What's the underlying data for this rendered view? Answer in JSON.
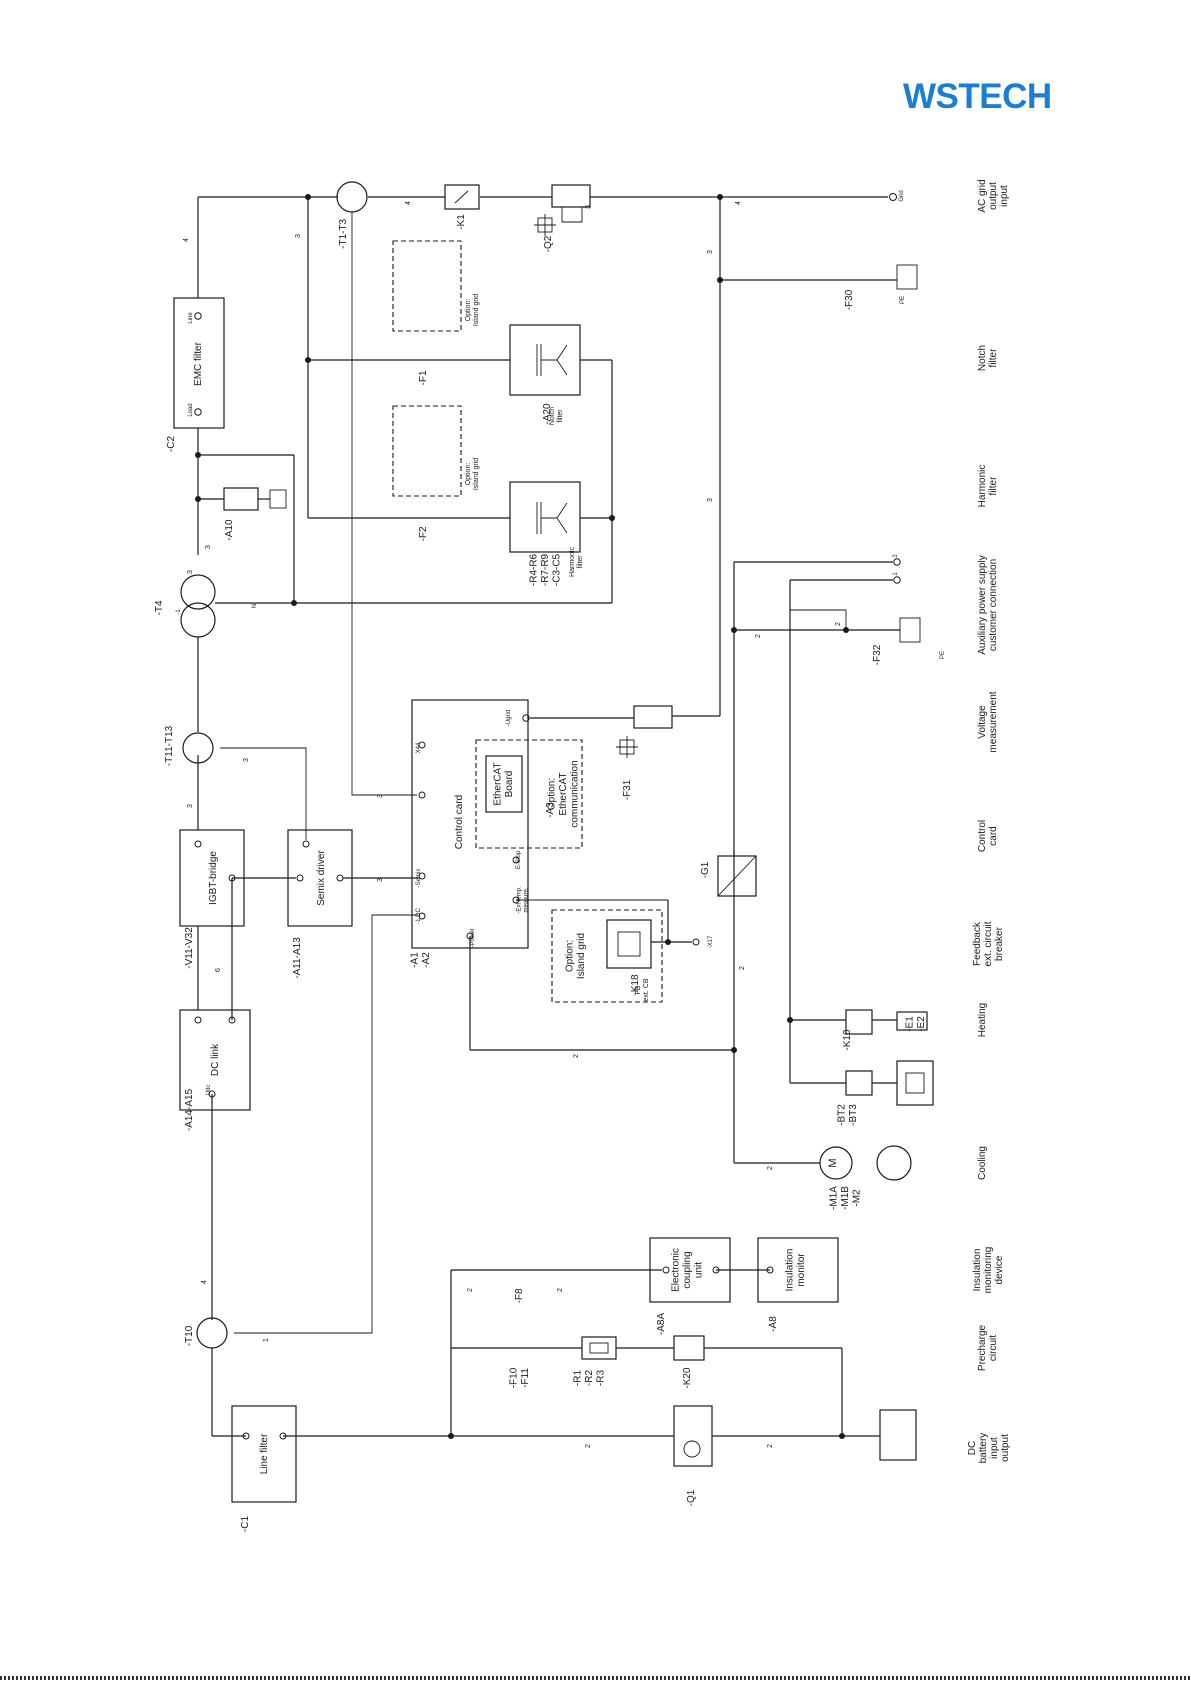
{
  "brand": {
    "logo_text": "WSTECH",
    "logo_color": "#1a7fd4"
  },
  "diagram": {
    "sections": [
      "AC grid\noutput\ninput",
      "Notch\nfilter",
      "Harmonic\nfilter",
      "Auxiliary power supply\ncustomer connection",
      "Voltage\nmeasurement",
      "Control\ncard",
      "Feedback\next. circuit\nbreaker",
      "Heating",
      "Cooling",
      "Insulation\nmonitoring\ndevice",
      "Precharge\ncircuit",
      "DC\nbattery\ninput\noutput"
    ],
    "blocks": {
      "emc_filter": "EMC filter",
      "control_card": "Control card",
      "ethercat_board": "EtherCAT\nBoard",
      "ethercat_option": "Option:\nEtherCAT\ncommunication",
      "igbt_bridge": "IGBT-bridge",
      "semix_driver": "Semix driver",
      "dc_link": "DC link",
      "line_filter": "Line filter",
      "electronic_coupling": "Electronic\ncoupling\nunit",
      "insulation_monitor": "Insulation\nmonitor",
      "island_option_k18": "Option:\nIsland grid",
      "island_option_f1": "Option:\nIsland grid",
      "island_option_f2": "Option:\nIsland grid",
      "notch_filter_small": "Notch\nfilter",
      "harmonic_filter_small": "Harmonic\nfilter",
      "fb_ext_cb": "FB\next. CB"
    },
    "designations": [
      "-T1-T3",
      "-K1",
      "-Q2",
      "-F30",
      "-F1",
      "-A20",
      "-C2",
      "-A10",
      "-F2",
      "-R4-R6\n-R7-R9\n-C3-C5",
      "-T4",
      "-F32",
      "-F31",
      "-A3",
      "-T11-T13",
      "-A1\n-A2",
      "-G1",
      "-V11-V32",
      "-A11-A13",
      "-K18",
      "-K10",
      "-BT2\n-BT3",
      "-E1\n-E2",
      "-A14-A15",
      "-M1A\n-M1B\n-M2",
      "-F8",
      "-A8A",
      "-A8",
      "-T10",
      "-F10\n-F11",
      "-R1\n-R2\n-R3",
      "-K20",
      "-C1",
      "-Q1"
    ],
    "terminal_labels": [
      "Grid",
      "Line",
      "Load",
      "-Ugrid",
      "X44",
      "-Semix",
      "E-Stop",
      "-Ext temp.\nmeasure.",
      "-1 DC",
      "-Power",
      "-X17",
      "Udc",
      "PE",
      "PE",
      "N",
      "-1",
      "2",
      "1",
      "M"
    ],
    "wire_counts": [
      "4",
      "3",
      "2",
      "6",
      "1"
    ]
  }
}
